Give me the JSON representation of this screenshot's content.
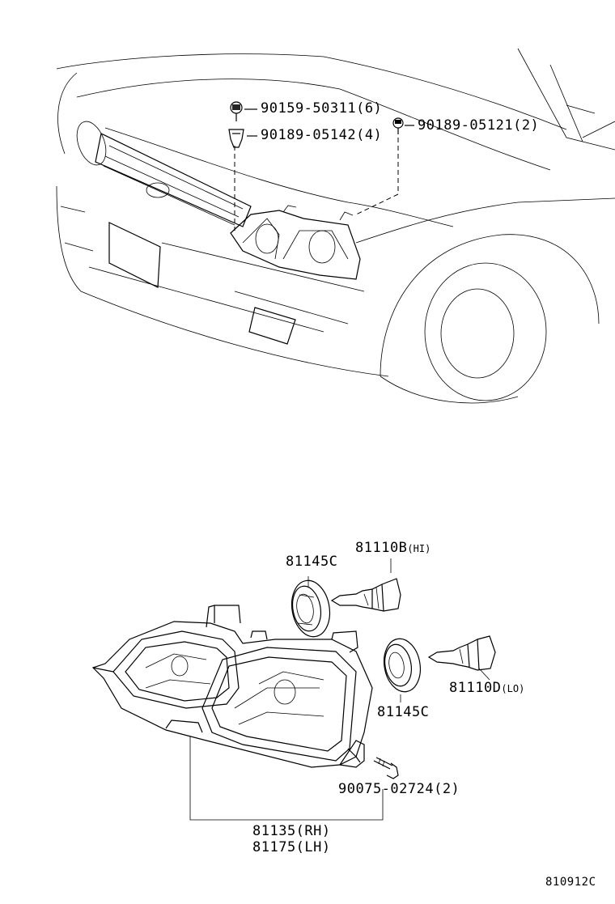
{
  "parts": {
    "bolt_top": "90159-50311(6)",
    "clip_top": "90189-05142(4)",
    "clip_right": "90189-05121(2)",
    "seal_upper": "81145C",
    "bulb_hi": {
      "number": "81110B",
      "suffix": "(HI)"
    },
    "seal_lower": "81145C",
    "bulb_lo": {
      "number": "81110D",
      "suffix": "(LO)"
    },
    "screw": "90075-02724(2)",
    "headlamp_rh": "81135(RH)",
    "headlamp_lh": "81175(LH)"
  },
  "figure_ref": "810912C"
}
